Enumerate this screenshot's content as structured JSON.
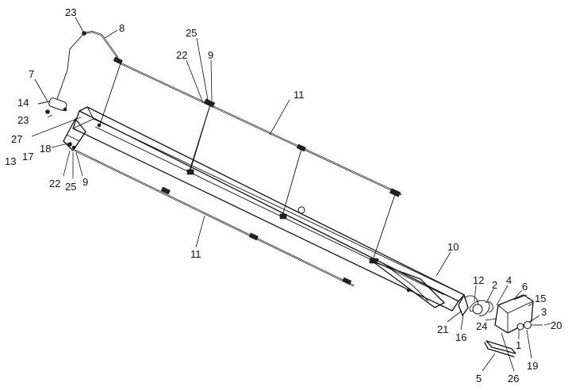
{
  "callouts": [
    {
      "id": "c23a",
      "text": "23"
    },
    {
      "id": "c8",
      "text": "8"
    },
    {
      "id": "c25a",
      "text": "25"
    },
    {
      "id": "c22a",
      "text": "22"
    },
    {
      "id": "c9a",
      "text": "9"
    },
    {
      "id": "c7",
      "text": "7"
    },
    {
      "id": "c14",
      "text": "14"
    },
    {
      "id": "c23b",
      "text": "23"
    },
    {
      "id": "c27",
      "text": "27"
    },
    {
      "id": "c18",
      "text": "18"
    },
    {
      "id": "c13",
      "text": "13"
    },
    {
      "id": "c17",
      "text": "17"
    },
    {
      "id": "c22b",
      "text": "22"
    },
    {
      "id": "c25b",
      "text": "25"
    },
    {
      "id": "c9b",
      "text": "9"
    },
    {
      "id": "c11a",
      "text": "11"
    },
    {
      "id": "c11b",
      "text": "11"
    },
    {
      "id": "c10",
      "text": "10"
    },
    {
      "id": "c12",
      "text": "12"
    },
    {
      "id": "c2",
      "text": "2"
    },
    {
      "id": "c4",
      "text": "4"
    },
    {
      "id": "c6",
      "text": "6"
    },
    {
      "id": "c15",
      "text": "15"
    },
    {
      "id": "c3",
      "text": "3"
    },
    {
      "id": "c20",
      "text": "20"
    },
    {
      "id": "c21",
      "text": "21"
    },
    {
      "id": "c16",
      "text": "16"
    },
    {
      "id": "c24",
      "text": "24"
    },
    {
      "id": "c1",
      "text": "1"
    },
    {
      "id": "c19",
      "text": "19"
    },
    {
      "id": "c26",
      "text": "26"
    },
    {
      "id": "c5",
      "text": "5"
    }
  ]
}
